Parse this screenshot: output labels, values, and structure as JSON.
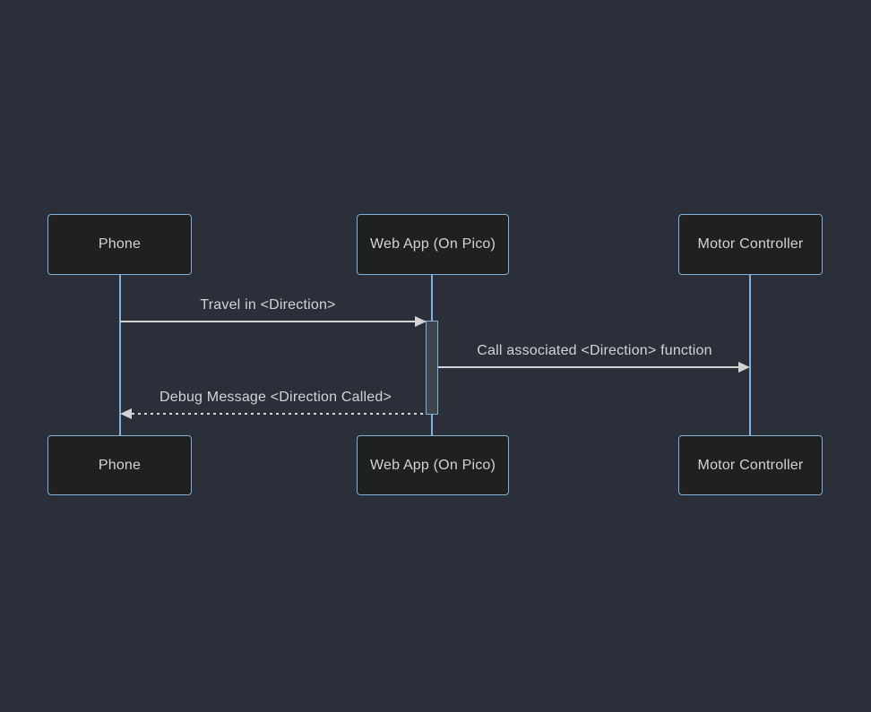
{
  "diagram": {
    "type": "sequence-diagram",
    "actors": [
      {
        "id": "phone",
        "label": "Phone"
      },
      {
        "id": "webapp",
        "label": "Web App (On Pico)"
      },
      {
        "id": "motor",
        "label": "Motor Controller"
      }
    ],
    "messages": [
      {
        "from": "phone",
        "to": "webapp",
        "text": "Travel in <Direction>",
        "line": "solid",
        "arrow": "filled-right"
      },
      {
        "from": "webapp",
        "to": "motor",
        "text": "Call associated <Direction> function",
        "line": "solid",
        "arrow": "filled-right"
      },
      {
        "from": "webapp",
        "to": "phone",
        "text": "Debug Message <Direction Called>",
        "line": "dashed",
        "arrow": "filled-left"
      }
    ],
    "activations": [
      {
        "actor": "webapp",
        "from_message": 0,
        "to_message": 2
      }
    ],
    "colors": {
      "background": "#2a2f3a",
      "actor_fill": "#1f2020",
      "actor_border": "#81b1db",
      "lifeline": "#81b1db",
      "text": "#d3d3d3",
      "signal": "#d3d3d3",
      "activation_fill": "#3f454b",
      "activation_border": "#81b1db"
    }
  }
}
